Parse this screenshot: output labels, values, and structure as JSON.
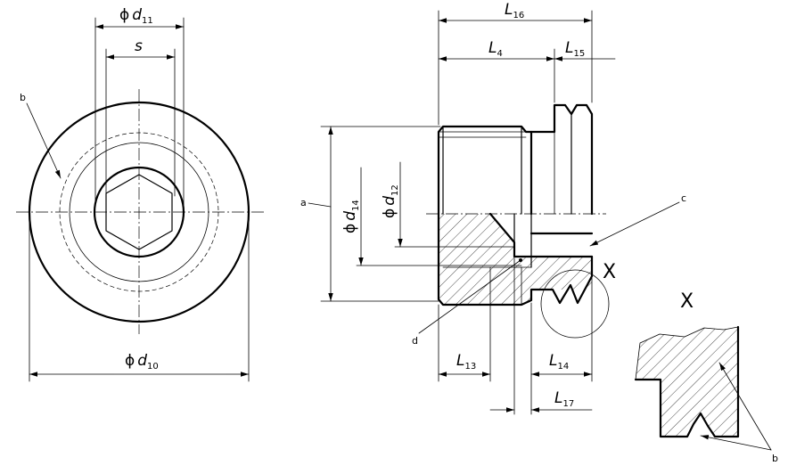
{
  "diagram": {
    "dimensions": {
      "d11": {
        "symbol": "ϕ",
        "letter": "d",
        "sub": "11"
      },
      "s": {
        "letter": "s"
      },
      "d10": {
        "symbol": "ϕ",
        "letter": "d",
        "sub": "10"
      },
      "d14": {
        "symbol": "ϕ",
        "letter": "d",
        "sub": "14"
      },
      "d12": {
        "symbol": "ϕ",
        "letter": "d",
        "sub": "12"
      },
      "L16": {
        "letter": "L",
        "sub": "16"
      },
      "L4": {
        "letter": "L",
        "sub": "4"
      },
      "L15": {
        "letter": "L",
        "sub": "15"
      },
      "L13": {
        "letter": "L",
        "sub": "13"
      },
      "L14": {
        "letter": "L",
        "sub": "14"
      },
      "L17": {
        "letter": "L",
        "sub": "17"
      }
    },
    "callouts": {
      "a": "a",
      "b_left": "b",
      "c": "c",
      "d": "d",
      "x_mark": "X",
      "x_title": "X",
      "b_detail": "b"
    }
  }
}
